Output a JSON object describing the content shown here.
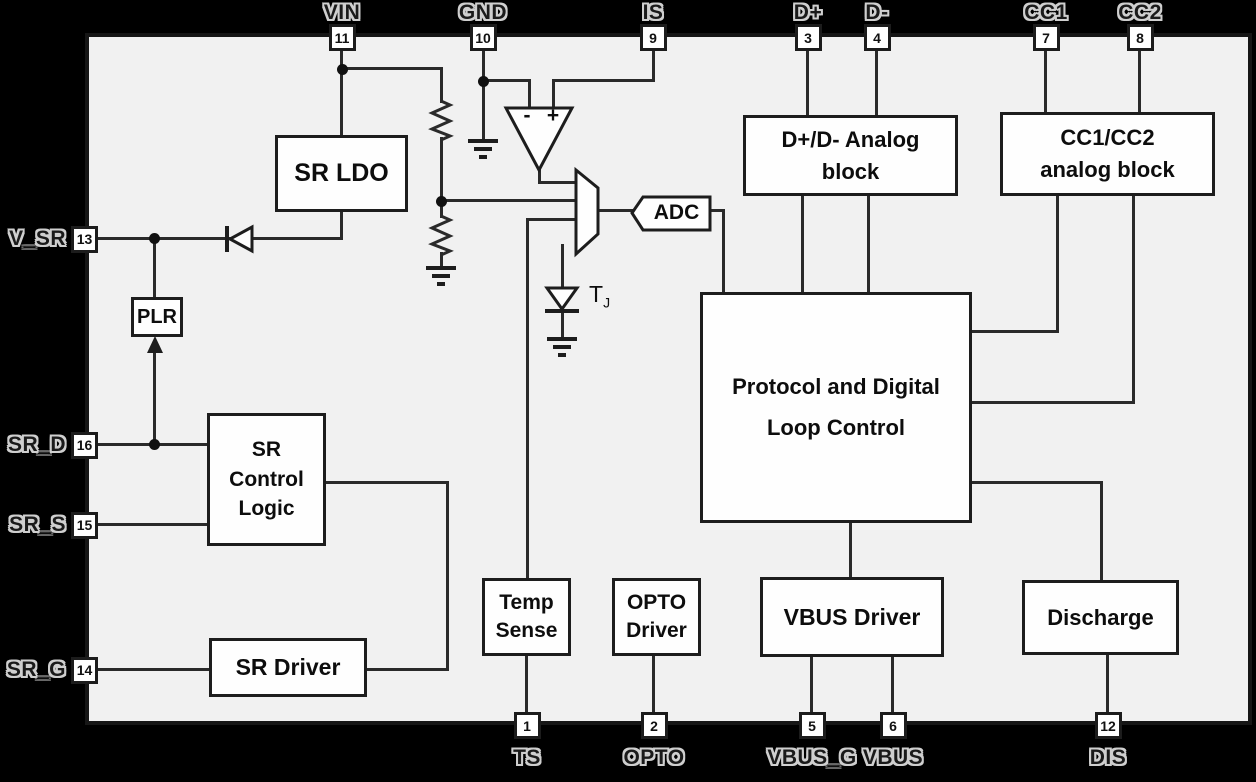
{
  "colors": {
    "background": "#000000",
    "chip_fill": "#f1f1f1",
    "line": "#2a2a2a",
    "block_fill": "#ffffff",
    "pin_label_fill": "#1a1a1a",
    "pin_label_outline": "#cfcfcf"
  },
  "pins": {
    "top": [
      {
        "name": "VIN",
        "number": "11"
      },
      {
        "name": "GND",
        "number": "10"
      },
      {
        "name": "IS",
        "number": "9"
      },
      {
        "name": "D+",
        "number": "3"
      },
      {
        "name": "D-",
        "number": "4"
      },
      {
        "name": "CC1",
        "number": "7"
      },
      {
        "name": "CC2",
        "number": "8"
      }
    ],
    "left": [
      {
        "name": "V_SR",
        "number": "13"
      },
      {
        "name": "SR_D",
        "number": "16"
      },
      {
        "name": "SR_S",
        "number": "15"
      },
      {
        "name": "SR_G",
        "number": "14"
      }
    ],
    "bottom": [
      {
        "name": "TS",
        "number": "1"
      },
      {
        "name": "OPTO",
        "number": "2"
      },
      {
        "name": "VBUS_G",
        "number": "5"
      },
      {
        "name": "VBUS",
        "number": "6"
      },
      {
        "name": "DIS",
        "number": "12"
      }
    ]
  },
  "blocks": {
    "sr_ldo": {
      "label": "SR LDO"
    },
    "plr": {
      "label": "PLR"
    },
    "sr_control": {
      "lines": [
        "SR",
        "Control",
        "Logic"
      ]
    },
    "sr_driver": {
      "label": "SR Driver"
    },
    "temp_sense": {
      "lines": [
        "Temp",
        "Sense"
      ]
    },
    "opto_driver": {
      "lines": [
        "OPTO",
        "Driver"
      ]
    },
    "vbus_driver": {
      "label": "VBUS Driver"
    },
    "discharge": {
      "label": "Discharge"
    },
    "protocol": {
      "lines": [
        "Protocol and Digital",
        "Loop Control"
      ]
    },
    "dd_analog": {
      "lines": [
        "D+/D- Analog",
        "block"
      ]
    },
    "cc_analog": {
      "lines": [
        "CC1/CC2",
        "analog block"
      ]
    }
  },
  "annotations": {
    "adc": "ADC",
    "tj_base": "T",
    "tj_sub": "J",
    "opamp_minus": "-",
    "opamp_plus": "+"
  }
}
